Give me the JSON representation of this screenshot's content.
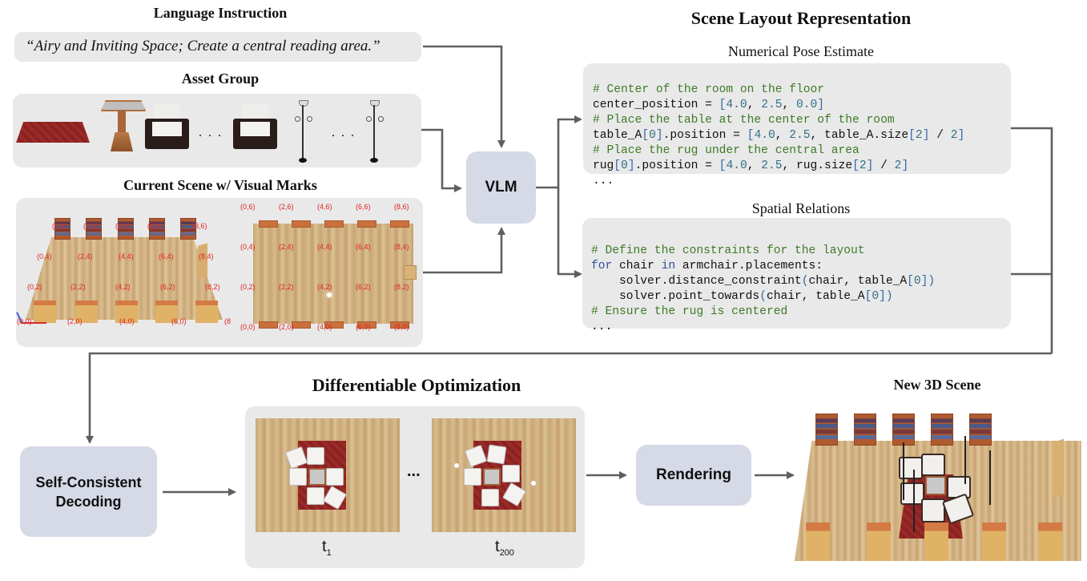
{
  "language_instruction": {
    "title": "Language Instruction",
    "text": "“Airy and Inviting Space; Create a central reading area.”"
  },
  "asset_group": {
    "title": "Asset Group",
    "assets": [
      "rug",
      "side-table",
      "armchair",
      "armchair",
      "floor-lamp",
      "floor-lamp"
    ],
    "ellipsis": ". . ."
  },
  "current_scene": {
    "title": "Current Scene w/ Visual Marks",
    "perspective_marks": [
      "(0,6)",
      "(2,6)",
      "(4,6)",
      "(6,6)",
      "(8,6)",
      "(0,4)",
      "(2,4)",
      "(4,4)",
      "(6,4)",
      "(8,4)",
      "(0,2)",
      "(2,2)",
      "(4,2)",
      "(6,2)",
      "(8,2)",
      "(0,0)",
      "(2,0)",
      "(4,0)",
      "(6,0)",
      "(8"
    ],
    "topdown_marks": [
      "(0,6)",
      "(2,6)",
      "(4,6)",
      "(6,6)",
      "(8,6)",
      "(0,4)",
      "(2,4)",
      "(4,4)",
      "(6,4)",
      "(8,4)",
      "(0,2)",
      "(2,2)",
      "(4,2)",
      "(6,2)",
      "(8,2)",
      "(0,0)",
      "(2,0)",
      "(4,0)",
      "(6,0)",
      "(8,0)"
    ]
  },
  "vlm": {
    "label": "VLM"
  },
  "scene_layout": {
    "title": "Scene Layout Representation",
    "numerical": {
      "title": "Numerical Pose Estimate",
      "lines": [
        "# Center of the room on the floor",
        "center_position = [4.0, 2.5, 0.0]",
        "# Place the table at the center of the room",
        "table_A[0].position = [4.0, 2.5, table_A.size[2] / 2]",
        "# Place the rug under the central area",
        "rug[0].position = [4.0, 2.5, rug.size[2] / 2]",
        "..."
      ]
    },
    "spatial": {
      "title": "Spatial Relations",
      "lines": [
        "# Define the constraints for the layout",
        "for chair in armchair.placements:",
        "    solver.distance_constraint(chair, table_A[0])",
        "    solver.point_towards(chair, table_A[0])",
        "# Ensure the rug is centered",
        "..."
      ]
    }
  },
  "self_consistent": {
    "label_line1": "Self-Consistent",
    "label_line2": "Decoding"
  },
  "optimization": {
    "title": "Differentiable Optimization",
    "ellipsis": "...",
    "t_start": "t",
    "t_start_sub": "1",
    "t_end": "t",
    "t_end_sub": "200"
  },
  "rendering": {
    "label": "Rendering"
  },
  "new_scene": {
    "title": "New 3D Scene"
  },
  "colors": {
    "panel": "#e9e9e9",
    "block": "#d6dae7",
    "arrow": "#5f5f5f",
    "code_comment": "#3d7a28",
    "code_number": "#2f6f88",
    "code_keyword": "#2f4f9a",
    "mark_label": "#e02424"
  }
}
